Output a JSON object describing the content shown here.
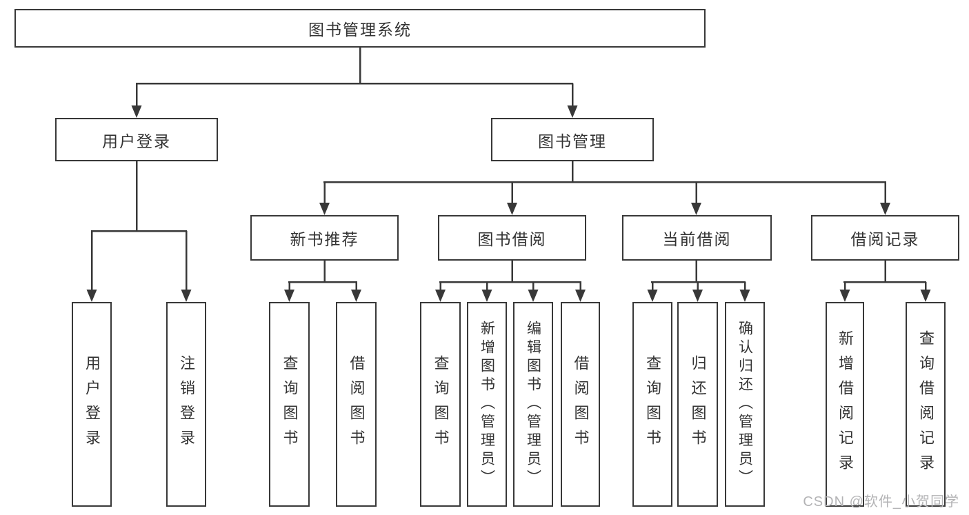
{
  "tree": {
    "label": "图书管理系统",
    "children": [
      {
        "label": "用户登录",
        "children": [
          {
            "label": "用户登录"
          },
          {
            "label": "注销登录"
          }
        ]
      },
      {
        "label": "图书管理",
        "children": [
          {
            "label": "新书推荐",
            "children": [
              {
                "label": "查询图书"
              },
              {
                "label": "借阅图书"
              }
            ]
          },
          {
            "label": "图书借阅",
            "children": [
              {
                "label": "查询图书"
              },
              {
                "label": "新增图书（管理员）"
              },
              {
                "label": "编辑图书（管理员）"
              },
              {
                "label": "借阅图书"
              }
            ]
          },
          {
            "label": "当前借阅",
            "children": [
              {
                "label": "查询图书"
              },
              {
                "label": "归还图书"
              },
              {
                "label": "确认归还（管理员）"
              }
            ]
          },
          {
            "label": "借阅记录",
            "children": [
              {
                "label": "新增借阅记录"
              },
              {
                "label": "查询借阅记录"
              }
            ]
          }
        ]
      }
    ]
  },
  "watermark": {
    "text": "CSDN @软件_小贺同学"
  },
  "colors": {
    "line": "#383838",
    "text": "#333333",
    "background": "#ffffff",
    "watermark": "#b3b3b5"
  }
}
